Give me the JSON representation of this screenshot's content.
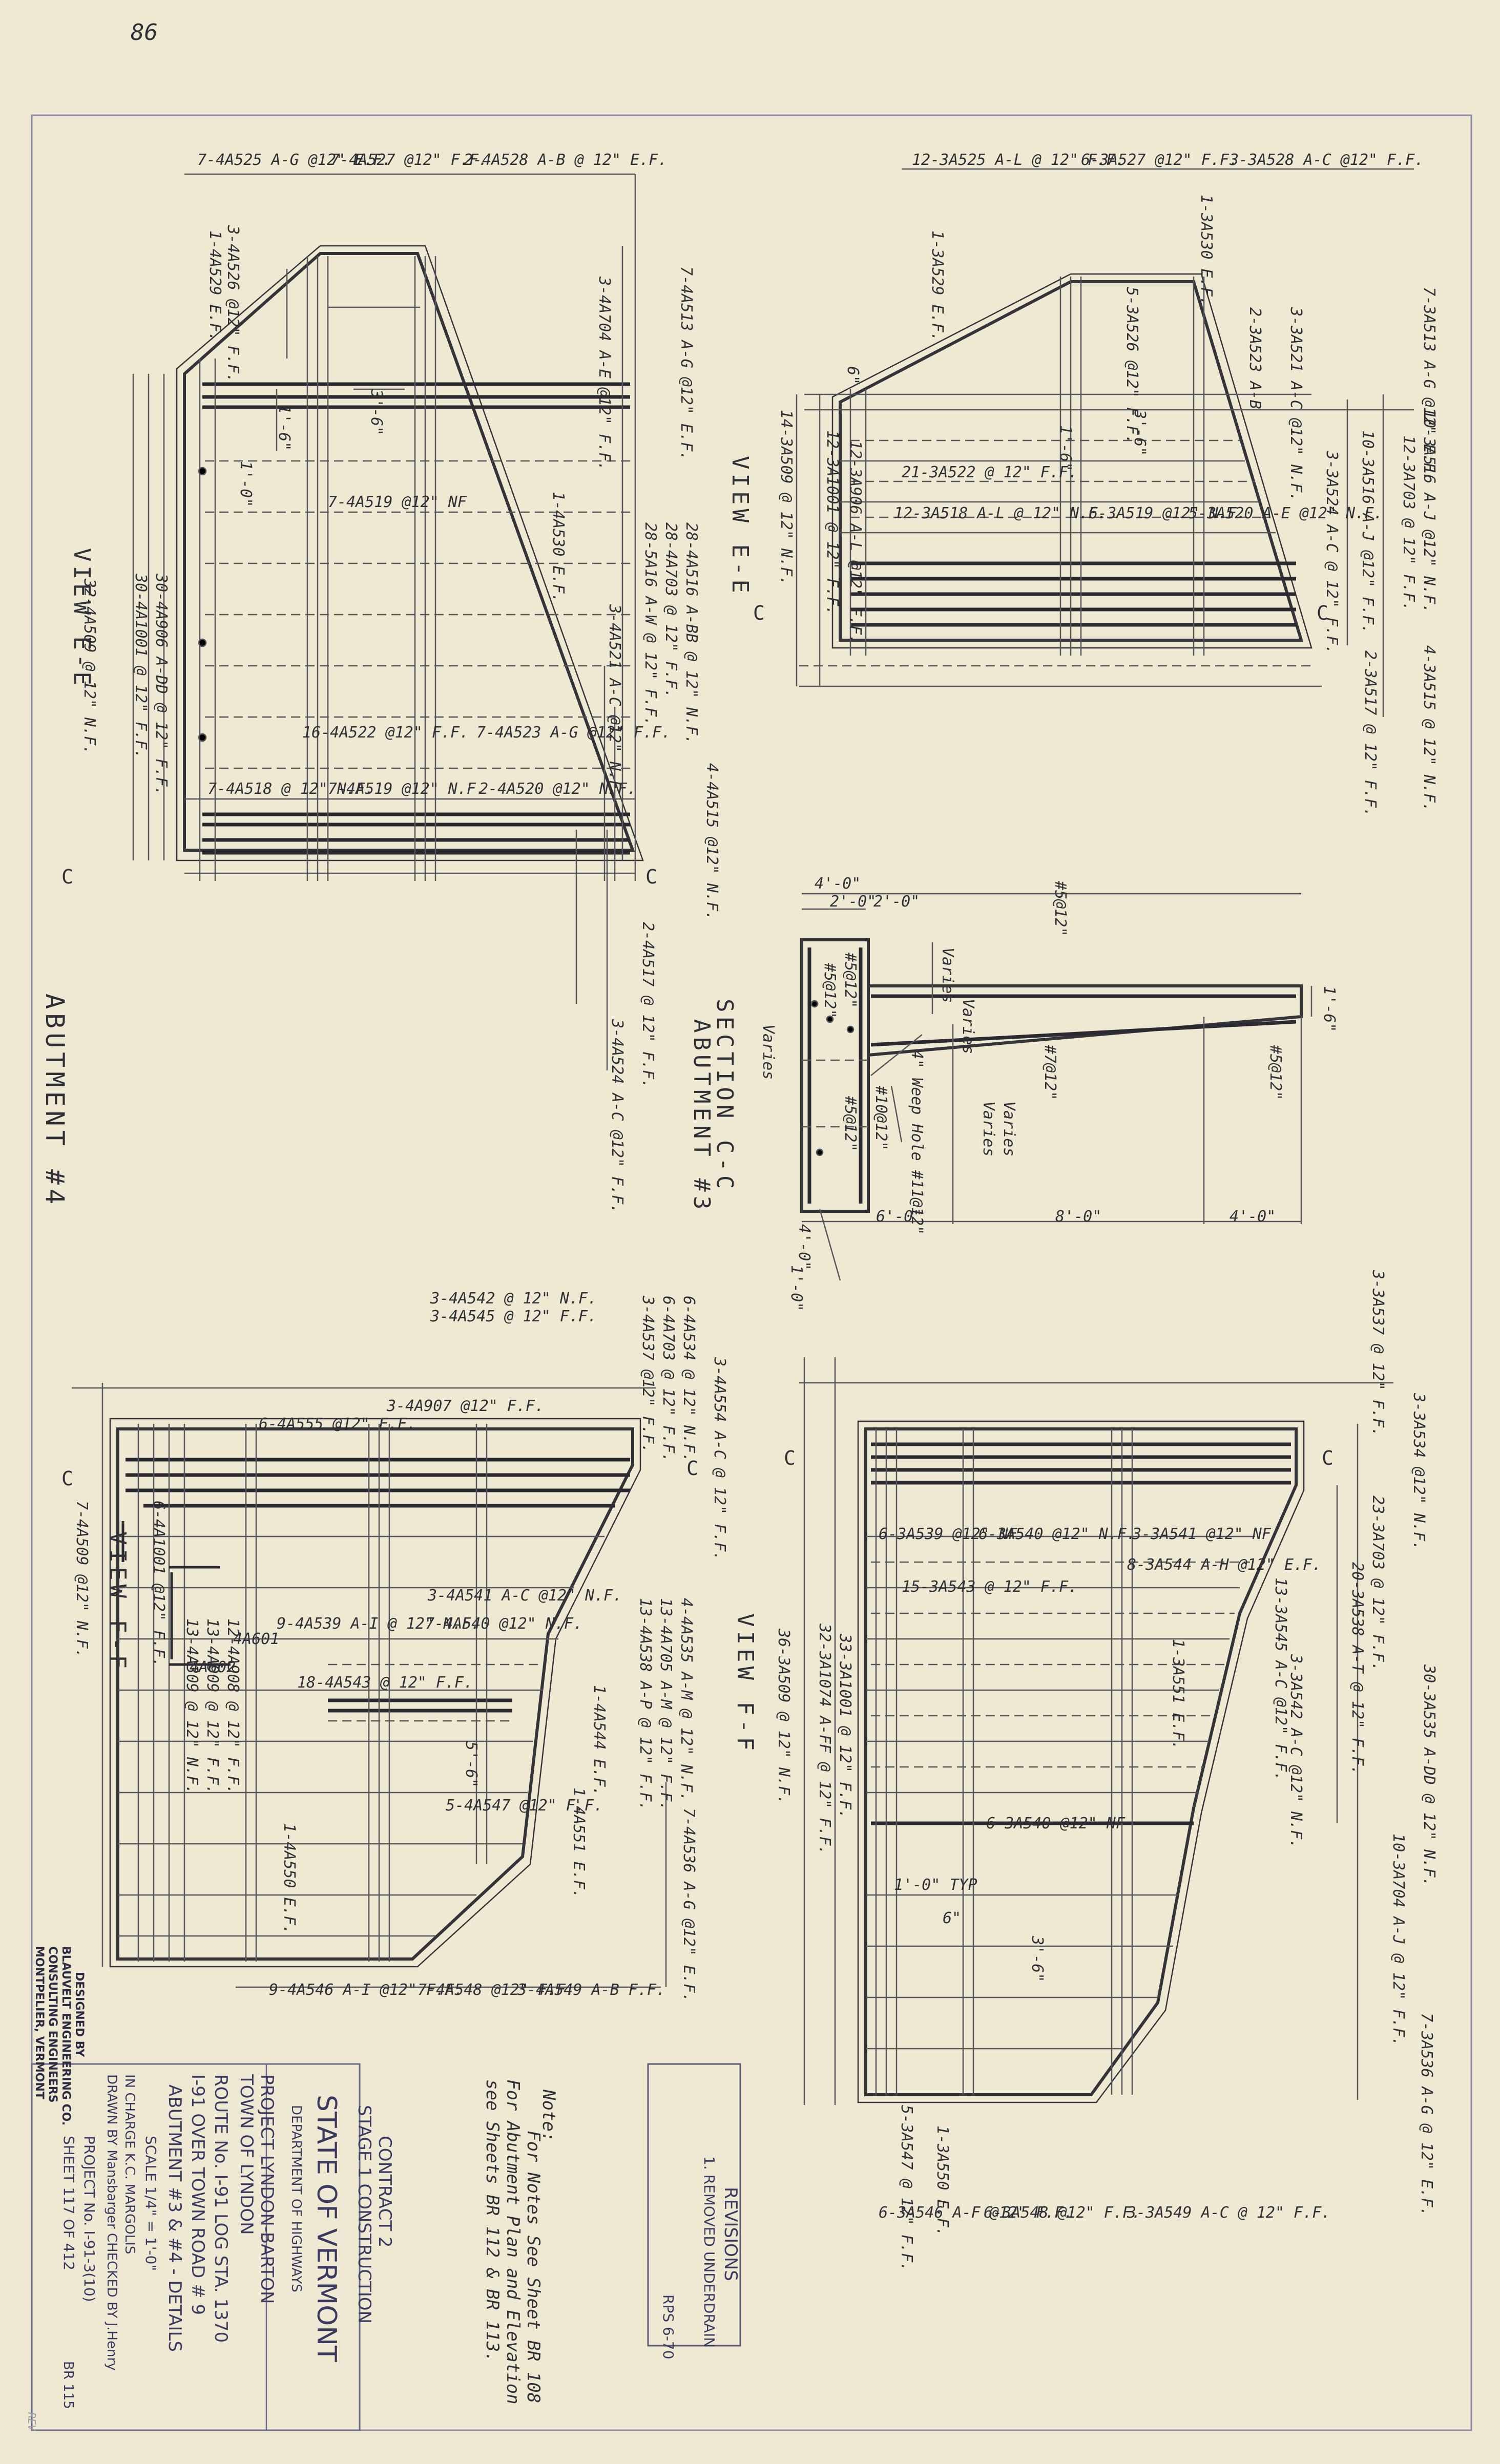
{
  "corner_mark": "86",
  "abutment4": {
    "title": "ABUTMENT #4",
    "view_ee_label": "VIEW E-E",
    "view_ff_label": "VIEW F-F",
    "ee_labels": [
      "7-4A525 A-G @12\" E.F.",
      "7-4A527 @12\" F.F.",
      "2-4A528 A-B @ 12\" E.F.",
      "3-4A526 @12\" F.F.",
      "1-4A529 E.F.",
      "7-4A513 A-G @12\" E.F.",
      "3-4A704 A-E @12\" F.F.",
      "7-4A519 @12\" NF",
      "1-4A530 E.F.",
      "28-4A516 A-BB @ 12\" N.F.",
      "28-4A703 @ 12\" F.F.",
      "28-5A16 A-W @ 12\" F.F.",
      "3-4A521 A-C @12\" N.F.",
      "16-4A522 @12\" F.F.",
      "7-4A523 A-G @12\" F.F.",
      "7-4A518 @ 12\" N.F.",
      "7-4A519 @12\" N.F.",
      "2-4A520 @12\" N.F.",
      "4-4A515 @12\" N.F.",
      "2-4A517 @ 12\" F.F.",
      "3-4A524 A-C @12\" F.F.",
      "32-4A509 @ 12\" N.F.",
      "30-4A906 A-DD @ 12\" F.F.",
      "30-4A1001 @ 12\" F.F.",
      "1'-0\"",
      "3'-6\"",
      "1'-6\""
    ],
    "ff_labels": [
      "3-4A542 @ 12\" N.F.",
      "3-4A545 @ 12\" F.F.",
      "3-4A907 @12\" F.F.",
      "6-4A555 @12\" E.F.",
      "7-4A509 @12\" N.F.",
      "6-4A1001 @12\" F.F.",
      "3-4A541 A-C @12\" N.F.",
      "9-4A539 A-I @ 12\" N.F.",
      "7-4A540 @12\" N.F.",
      "18-4A543 @ 12\" F.F.",
      "12-4A908 @ 12\" F.F.",
      "13-4A909 @ 12\" F.F.",
      "13-4A309 @ 12\" N.F.",
      "4A601",
      "4A602",
      "5-4A547 @12\" F.F.",
      "1-4A550 E.F.",
      "9-4A546 A-I @12\" F.F.",
      "7-4A548 @12\" F.F.",
      "3-4A549 A-B F.F.",
      "1-4A551 E.F.",
      "7-4A536 A-G @12\" E.F.",
      "1-4A544 E.F.",
      "13-4A538 A-P @ 12\" F.F.",
      "13-4A705 A-M @ 12\" F.F.",
      "4-4A535 A-M @ 12\" N.F.",
      "6-4A534 @ 12\" N.F.",
      "6-4A703 @ 12\" F.F.",
      "3-4A537 @12\" F.F.",
      "3-4A554 A-C @ 12\" F.F.",
      "5'-6\""
    ]
  },
  "abutment3": {
    "title": "ABUTMENT #3",
    "view_ee_label": "VIEW E-E",
    "view_ff_label": "VIEW F-F",
    "ee_labels": [
      "12-3A525 A-L @ 12\" F.F.",
      "6-3A527 @12\" F.F.",
      "3-3A528 A-C @12\" F.F.",
      "1-3A530 E.F.",
      "1-3A529 E.F.",
      "5-3A526 @12\" F.F.",
      "3-3A521 A-C @12\" N.F.",
      "2-3A523 A-B",
      "7-3A513 A-G @12\" E.F.",
      "10-3A516 A-J @12\" N.F.",
      "12-3A703 @ 12\" F.F.",
      "10-3A516 A-J @12\" F.F.",
      "3-3A524 A-C @ 12\" F.F.",
      "21-3A522 @ 12\" F.F.",
      "12-3A518 A-L @ 12\" N.F.",
      "6-3A519 @12\" N.F.",
      "5-3A520 A-E @12\" N.F.",
      "12-3A1001 @ 12\" F.F.",
      "12-3A906 A-L @12\" F.F.",
      "14-3A509 @ 12\" N.F.",
      "2-3A517 @ 12\" F.F.",
      "4-3A515 @ 12\" N.F.",
      "3'-6\"",
      "1'-6\"",
      "6\""
    ],
    "ff_labels": [
      "3-3A537 @ 12\" F.F.",
      "3-3A534 @12\" N.F.",
      "6-3A539 @12\" NF",
      "6-3A540 @12\" N.F.",
      "3-3A541 @12\" NF",
      "15-3A543 @ 12\" F.F.",
      "8-3A544 A-H @12\" E.F.",
      "13-3A545 A-C @12\" F.F.",
      "3-3A542 A-C @12\" N.F.",
      "1-3A551 E.F.",
      "23-3A703 @ 12\" F.F.",
      "20-3A538 A-T @ 12\" F.F.",
      "30-3A535 A-DD @ 12\" N.F.",
      "10-3A704 A-J @ 12\" F.F.",
      "36-3A509 @ 12\" N.F.",
      "32-3A1074 A-FF @ 12\" F.F.",
      "33-3A1001 @ 12\" F.F.",
      "6-3A540 @12\" NF",
      "1'-0\" TYP",
      "3'-6\"",
      "6\"",
      "1-3A550 E.F.",
      "5-3A547 @ 12\" F.F.",
      "6-3A546 A-F @12\" F.F.",
      "6-3A548 @12\" F.F.",
      "3-3A549 A-C @ 12\" F.F.",
      "7-3A536 A-G @ 12\" E.F."
    ]
  },
  "section_cc": {
    "title": "SECTION C-C",
    "labels": [
      "4'-0\"",
      "2'-0\"",
      "2'-0\"",
      "#5@12\"",
      "Varies",
      "Varies",
      "#5@12\"",
      "#5@12\"",
      "4\" Weep Hole #11@12\"",
      "#7@12\"",
      "#5@12\"",
      "#5@12\"",
      "#10@12\"",
      "1'-6\"",
      "Varies",
      "Varies",
      "Varies",
      "6'-0\"",
      "8'-0\"",
      "4'-0\"",
      "4'-0\"",
      "1'-0\""
    ]
  },
  "section_cut_markers": [
    "C",
    "C",
    "C",
    "C",
    "C",
    "C",
    "C",
    "C"
  ],
  "notes": {
    "heading": "Note:",
    "lines": [
      "For Notes See Sheet BR 108",
      "For Abutment Plan and Elevation",
      "see Sheets BR 112 & BR 113."
    ]
  },
  "revisions": {
    "heading": "REVISIONS",
    "items": [
      "1. REMOVED UNDERDRAIN"
    ],
    "initials": "RPS 6-70"
  },
  "title_block": {
    "contract": "CONTRACT 2",
    "stage": "STAGE 1 CONSTRUCTION",
    "state": "STATE OF VERMONT",
    "department": "DEPARTMENT OF HIGHWAYS",
    "project": "PROJECT   LYNDON-BARTON",
    "town": "TOWN OF   LYNDON",
    "route": "ROUTE No. I-91   LOG STA. 1370",
    "bridge": "I-91 OVER TOWN ROAD # 9",
    "detail": "ABUTMENT #3 & #4 - DETAILS",
    "scale": "SCALE 1/4\" = 1'-0\"",
    "in_charge": "IN CHARGE    K.C. MARGOLIS",
    "drawn_by": "DRAWN BY   Mansbarger   CHECKED BY  J.Henry",
    "project_no": "PROJECT No. I-91-3(10)",
    "sheet": "SHEET  117  OF  412",
    "sheet_code": "BR 115"
  },
  "stamp": {
    "lines": [
      "DESIGNED BY",
      "BLAUVELT ENGINEERING CO.",
      "CONSULTING ENGINEERS",
      "MONTPELIER, VERMONT"
    ]
  },
  "bottom_mark": "REV"
}
